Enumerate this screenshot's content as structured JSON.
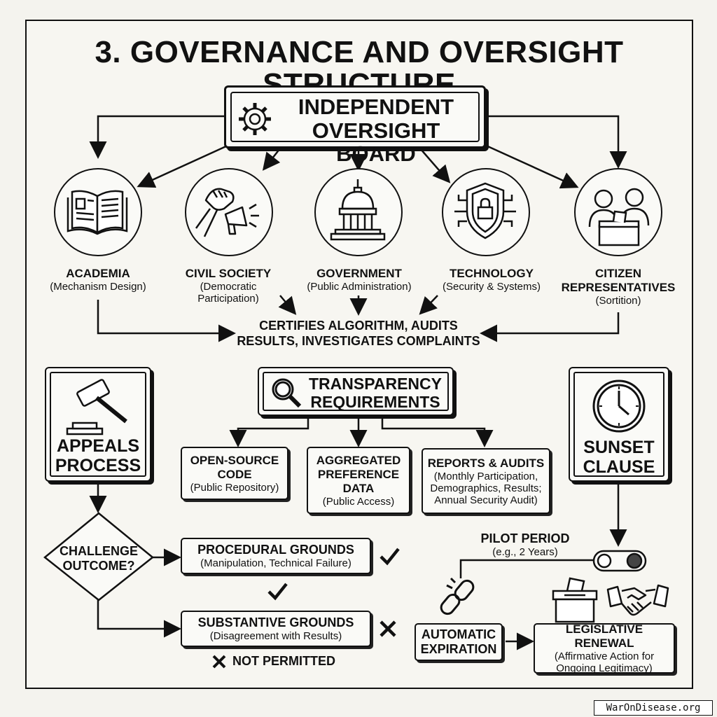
{
  "title": "3. GOVERNANCE AND OVERSIGHT STRUCTURE",
  "board": {
    "line1": "INDEPENDENT",
    "line2": "OVERSIGHT BOARD",
    "icon": "gear-icon"
  },
  "members": [
    {
      "name": "ACADEMIA",
      "detail": "(Mechanism Design)",
      "icon": "book-icon"
    },
    {
      "name": "CIVIL SOCIETY",
      "detail_line1": "(Democratic",
      "detail_line2": "Participation)",
      "icon": "handshake-megaphone-icon"
    },
    {
      "name": "GOVERNMENT",
      "detail": "(Public Administration)",
      "icon": "capitol-icon"
    },
    {
      "name": "TECHNOLOGY",
      "detail": "(Security & Systems)",
      "icon": "shield-lock-icon"
    },
    {
      "name_line1": "CITIZEN",
      "name_line2": "REPRESENTATIVES",
      "detail": "(Sortition)",
      "icon": "people-ballot-icon"
    }
  ],
  "certifies": {
    "line1": "CERTIFIES ALGORITHM, AUDITS",
    "line2": "RESULTS, INVESTIGATES COMPLAINTS"
  },
  "transparency": {
    "line1": "TRANSPARENCY",
    "line2": "REQUIREMENTS",
    "icon": "magnifier-icon",
    "items": [
      {
        "l1": "OPEN-SOURCE",
        "l2": "CODE",
        "s1": "(Public Repository)"
      },
      {
        "l1": "AGGREGATED",
        "l2": "PREFERENCE",
        "l3": "DATA",
        "s1": "(Public Access)"
      },
      {
        "l1": "REPORTS & AUDITS",
        "s1": "(Monthly Participation,",
        "s2": "Demographics, Results;",
        "s3": "Annual Security Audit)"
      }
    ]
  },
  "appeals": {
    "line1": "APPEALS",
    "line2": "PROCESS",
    "icon": "gavel-icon",
    "decision_line1": "CHALLENGE",
    "decision_line2": "OUTCOME?",
    "procedural_title": "PROCEDURAL GROUNDS",
    "procedural_detail": "(Manipulation, Technical Failure)",
    "substantive_title": "SUBSTANTIVE GROUNDS",
    "substantive_detail": "(Disagreement with Results)",
    "not_permitted": "NOT PERMITTED"
  },
  "sunset": {
    "line1": "SUNSET",
    "line2": "CLAUSE",
    "icon": "clock-icon",
    "pilot_line1": "PILOT PERIOD",
    "pilot_line2": "(e.g., 2 Years)",
    "auto_line1": "AUTOMATIC",
    "auto_line2": "EXPIRATION",
    "renew_title": "LEGISLATIVE RENEWAL",
    "renew_line1": "(Affirmative Action for",
    "renew_line2": "Ongoing Legitimacy)"
  },
  "watermark": "WarOnDisease.org"
}
